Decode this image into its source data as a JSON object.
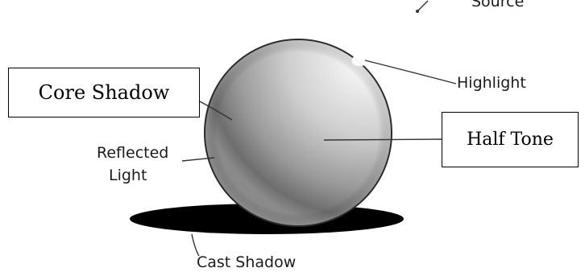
{
  "labels": {
    "source": "Source",
    "highlight": "Highlight",
    "core_shadow": "Core Shadow",
    "half_tone": "Half Tone",
    "reflected_light_line1": "Reflected",
    "reflected_light_line2": "Light",
    "cast_shadow": "Cast Shadow"
  }
}
